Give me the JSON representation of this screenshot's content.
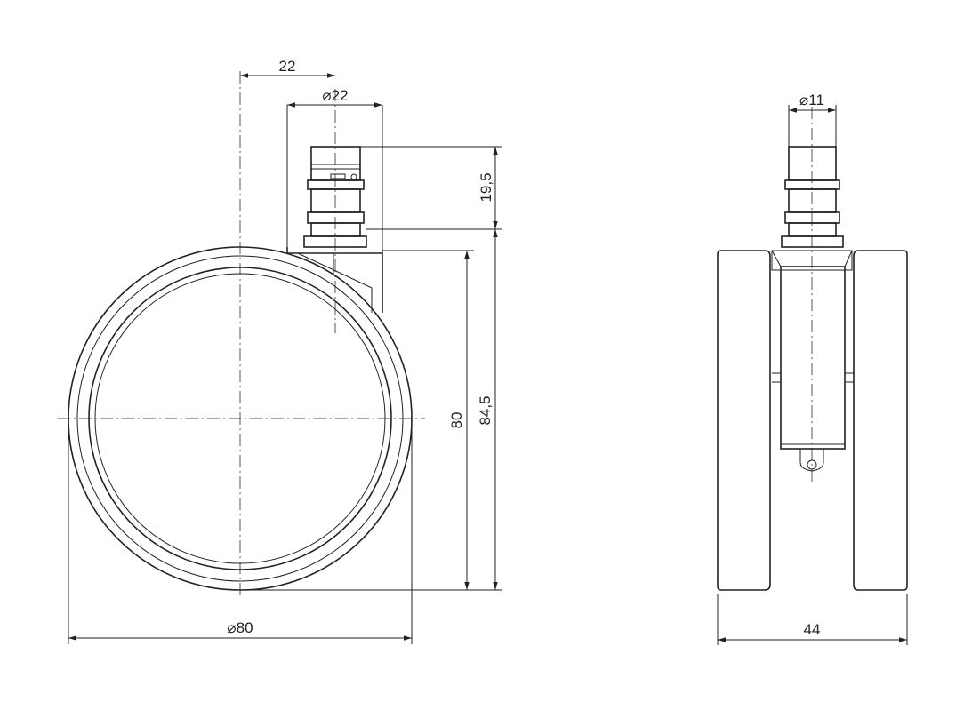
{
  "dimensions": {
    "top_offset": "22",
    "stem_diameter": "⌀22",
    "stem_height": "19,5",
    "wheel_height_inner": "80",
    "overall_height": "84,5",
    "wheel_diameter": "⌀80",
    "pin_diameter": "⌀11",
    "width": "44"
  },
  "colors": {
    "line": "#222222",
    "background": "#ffffff"
  }
}
